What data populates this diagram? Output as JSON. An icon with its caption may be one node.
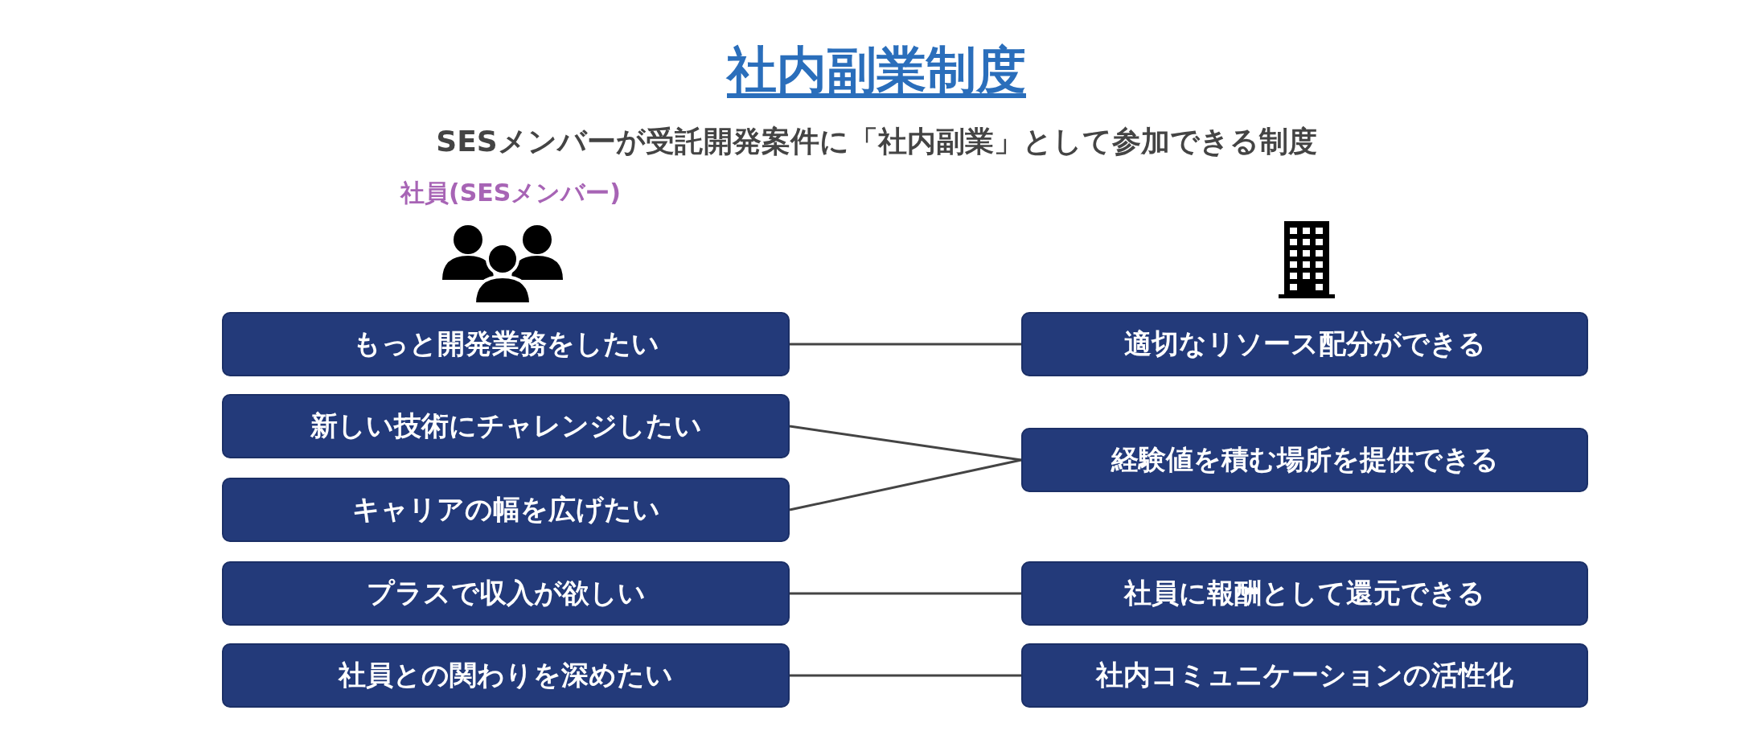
{
  "diagram": {
    "title": "社内副業制度",
    "nodes": [
      {
        "text": [
          "もっと開発業務をしたい"
        ]
      },
      {
        "text": [
          "新しい技術にチャレンジしたい"
        ]
      },
      {
        "text": [
          "キャリアの幅を広げたい"
        ]
      },
      {
        "text": [
          "プラスで収入が欲しい"
        ]
      },
      {
        "text": [
          "社員との関わりを深めたい"
        ]
      },
      {
        "text": [
          "適切なリソース配分ができる"
        ]
      },
      {
        "text": [
          "経験値を積む場所を提供できる"
        ]
      },
      {
        "text": [
          "社員に報酬として還元できる"
        ]
      },
      {
        "text": [
          "社内コミュニケーションの活性化"
        ]
      }
    ],
    "edges": [
      {
        "from": 0,
        "to": 5,
        "arrow": "none"
      },
      {
        "from": 1,
        "to": 6,
        "arrow": "none"
      },
      {
        "from": 2,
        "to": 6,
        "arrow": "none"
      },
      {
        "from": 3,
        "to": 7,
        "arrow": "none"
      },
      {
        "from": 4,
        "to": 8,
        "arrow": "none"
      }
    ],
    "labels": [
      "SESメンバーが受託開発案件に「社内副業」として参加できる制度",
      "社員(SESメンバー)"
    ]
  }
}
